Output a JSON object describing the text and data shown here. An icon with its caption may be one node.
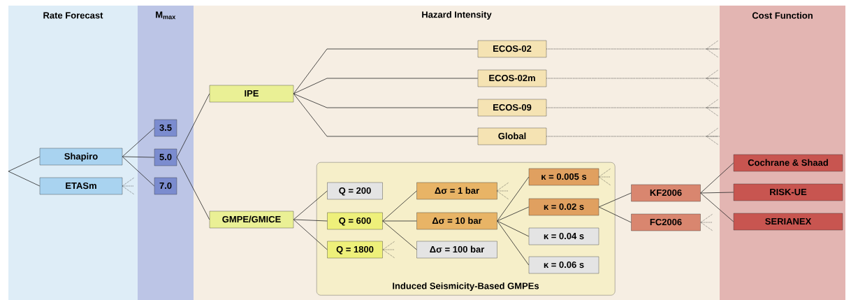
{
  "diagram": {
    "nodes": [
      {
        "text": [
          "Rate Forecast"
        ]
      },
      {
        "text": [
          "M$_{max}$"
        ]
      },
      {
        "text": [
          "Hazard Intensity"
        ]
      },
      {
        "text": [
          "Cost Function"
        ]
      },
      {
        "text": [
          "Shapiro"
        ],
        "in": 0
      },
      {
        "text": [
          "ETASm"
        ],
        "in": 0
      },
      {
        "text": [
          "3.5"
        ],
        "in": 1
      },
      {
        "text": [
          "5.0"
        ],
        "in": 1
      },
      {
        "text": [
          "7.0"
        ],
        "in": 1
      },
      {
        "text": [
          "IPE"
        ],
        "in": 2
      },
      {
        "text": [
          "GMPE/GMICE"
        ],
        "in": 2
      },
      {
        "text": [
          "ECOS-02"
        ],
        "in": 2
      },
      {
        "text": [
          "ECOS-02m"
        ],
        "in": 2
      },
      {
        "text": [
          "ECOS-09"
        ],
        "in": 2
      },
      {
        "text": [
          "Global"
        ],
        "in": 2
      },
      {
        "text": [
          "Induced Seismicity-Based GMPEs"
        ],
        "in": 2
      },
      {
        "text": [
          "Q = 200"
        ],
        "in": 15
      },
      {
        "text": [
          "Q = 600"
        ],
        "in": 15
      },
      {
        "text": [
          "Q = 1800"
        ],
        "in": 15
      },
      {
        "text": [
          "Δσ = 1 bar"
        ],
        "in": 15
      },
      {
        "text": [
          "Δσ = 10 bar"
        ],
        "in": 15
      },
      {
        "text": [
          "Δσ = 100 bar"
        ],
        "in": 15
      },
      {
        "text": [
          "κ = 0.005 s"
        ],
        "in": 15
      },
      {
        "text": [
          "κ = 0.02 s"
        ],
        "in": 15
      },
      {
        "text": [
          "κ = 0.04 s"
        ],
        "in": 15
      },
      {
        "text": [
          "κ = 0.06 s"
        ],
        "in": 15
      },
      {
        "text": [
          "KF2006"
        ],
        "in": 2
      },
      {
        "text": [
          "FC2006"
        ],
        "in": 2
      },
      {
        "text": [
          "Cochrane & Shaad"
        ],
        "in": 3
      },
      {
        "text": [
          "RISK-UE"
        ],
        "in": 3
      },
      {
        "text": [
          "SERIANEX"
        ],
        "in": 3
      }
    ],
    "edges": [
      {
        "from": null,
        "to": 4,
        "arrow": "none"
      },
      {
        "from": null,
        "to": 5,
        "arrow": "none"
      },
      {
        "from": 4,
        "to": 6,
        "arrow": "none"
      },
      {
        "from": 4,
        "to": 7,
        "arrow": "none"
      },
      {
        "from": 4,
        "to": 8,
        "arrow": "none"
      },
      {
        "from": 7,
        "to": 9,
        "arrow": "none"
      },
      {
        "from": 7,
        "to": 10,
        "arrow": "none"
      },
      {
        "from": 9,
        "to": 11,
        "arrow": "none"
      },
      {
        "from": 9,
        "to": 12,
        "arrow": "none"
      },
      {
        "from": 9,
        "to": 13,
        "arrow": "none"
      },
      {
        "from": 9,
        "to": 14,
        "arrow": "none"
      },
      {
        "from": 11,
        "to": 3,
        "arrow": "none",
        "style": "dashed"
      },
      {
        "from": 12,
        "to": 3,
        "arrow": "none",
        "style": "dashed"
      },
      {
        "from": 13,
        "to": 3,
        "arrow": "none",
        "style": "dashed"
      },
      {
        "from": 14,
        "to": 3,
        "arrow": "none",
        "style": "dashed"
      },
      {
        "from": 10,
        "to": 16,
        "arrow": "none"
      },
      {
        "from": 10,
        "to": 17,
        "arrow": "none"
      },
      {
        "from": 10,
        "to": 18,
        "arrow": "none"
      },
      {
        "from": 17,
        "to": 19,
        "arrow": "none"
      },
      {
        "from": 17,
        "to": 20,
        "arrow": "none"
      },
      {
        "from": 17,
        "to": 21,
        "arrow": "none"
      },
      {
        "from": 20,
        "to": 22,
        "arrow": "none"
      },
      {
        "from": 20,
        "to": 23,
        "arrow": "none"
      },
      {
        "from": 20,
        "to": 24,
        "arrow": "none"
      },
      {
        "from": 20,
        "to": 25,
        "arrow": "none"
      },
      {
        "from": 23,
        "to": 26,
        "arrow": "none"
      },
      {
        "from": 23,
        "to": 27,
        "arrow": "none"
      },
      {
        "from": 26,
        "to": 28,
        "arrow": "none"
      },
      {
        "from": 26,
        "to": 29,
        "arrow": "none"
      },
      {
        "from": 26,
        "to": 30,
        "arrow": "none"
      }
    ]
  }
}
